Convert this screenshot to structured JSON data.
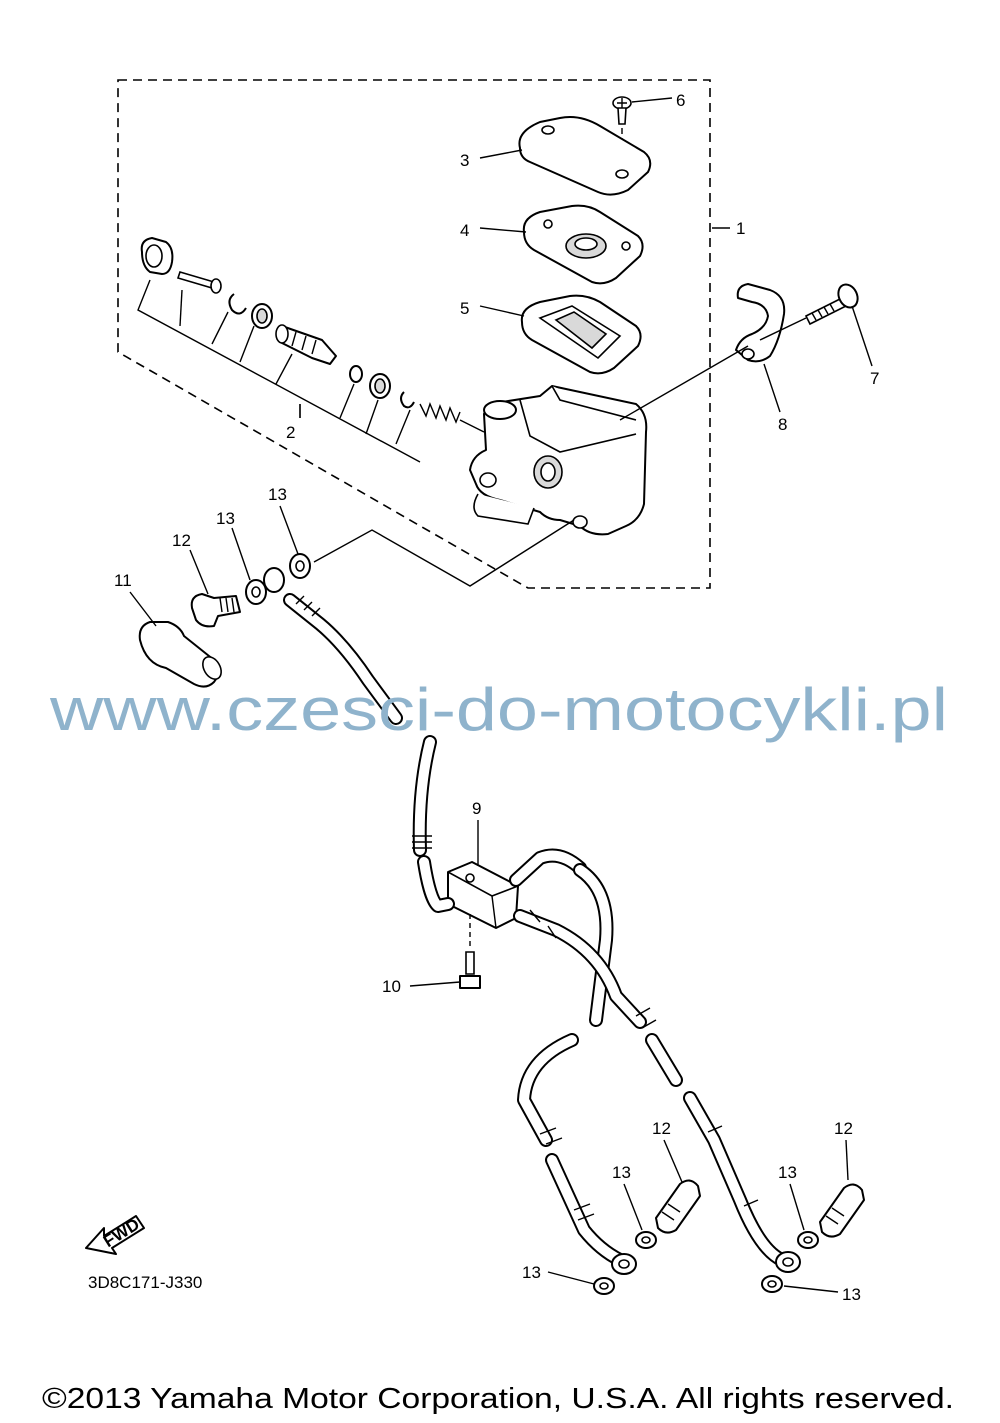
{
  "diagram": {
    "part_code": "3D8C171-J330",
    "fwd_label": "FWD",
    "watermark": "www.czesci-do-motocykli.pl",
    "copyright": "©2013 Yamaha Motor Corporation, U.S.A. All rights reserved.",
    "callouts": [
      "1",
      "2",
      "3",
      "4",
      "5",
      "6",
      "7",
      "8",
      "9",
      "10",
      "11",
      "12",
      "13"
    ]
  }
}
